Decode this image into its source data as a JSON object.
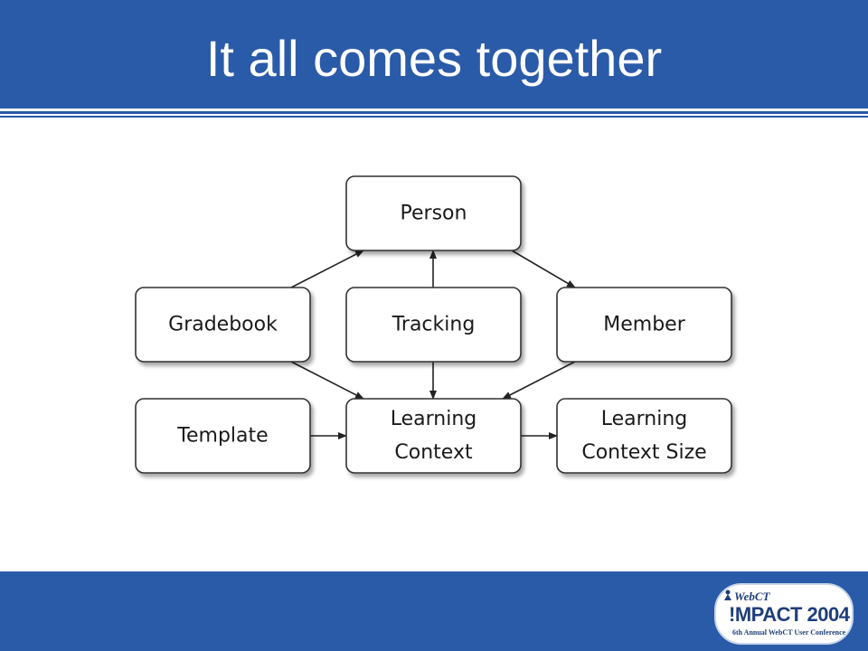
{
  "slide": {
    "title": "It all comes together"
  },
  "diagram": {
    "nodes": [
      {
        "id": "person",
        "lines": [
          "Person"
        ]
      },
      {
        "id": "gradebook",
        "lines": [
          "Gradebook"
        ]
      },
      {
        "id": "tracking",
        "lines": [
          "Tracking"
        ]
      },
      {
        "id": "member",
        "lines": [
          "Member"
        ]
      },
      {
        "id": "template",
        "lines": [
          "Template"
        ]
      },
      {
        "id": "learning-context",
        "lines": [
          "Learning",
          "Context"
        ]
      },
      {
        "id": "learning-context-size",
        "lines": [
          "Learning",
          "Context Size"
        ]
      }
    ],
    "edges": [
      {
        "from": "gradebook",
        "to": "person"
      },
      {
        "from": "tracking",
        "to": "person"
      },
      {
        "from": "person",
        "to": "member"
      },
      {
        "from": "gradebook",
        "to": "learning-context"
      },
      {
        "from": "tracking",
        "to": "learning-context"
      },
      {
        "from": "member",
        "to": "learning-context"
      },
      {
        "from": "template",
        "to": "learning-context"
      },
      {
        "from": "learning-context",
        "to": "learning-context-size"
      }
    ]
  },
  "logo": {
    "brand": "WebCT",
    "event": "!MPACT 2004",
    "subtitle": "6th Annual WebCT User Conference"
  },
  "colors": {
    "header_blue": "#2a5ba8",
    "node_border": "#333333",
    "arrow": "#222222"
  }
}
